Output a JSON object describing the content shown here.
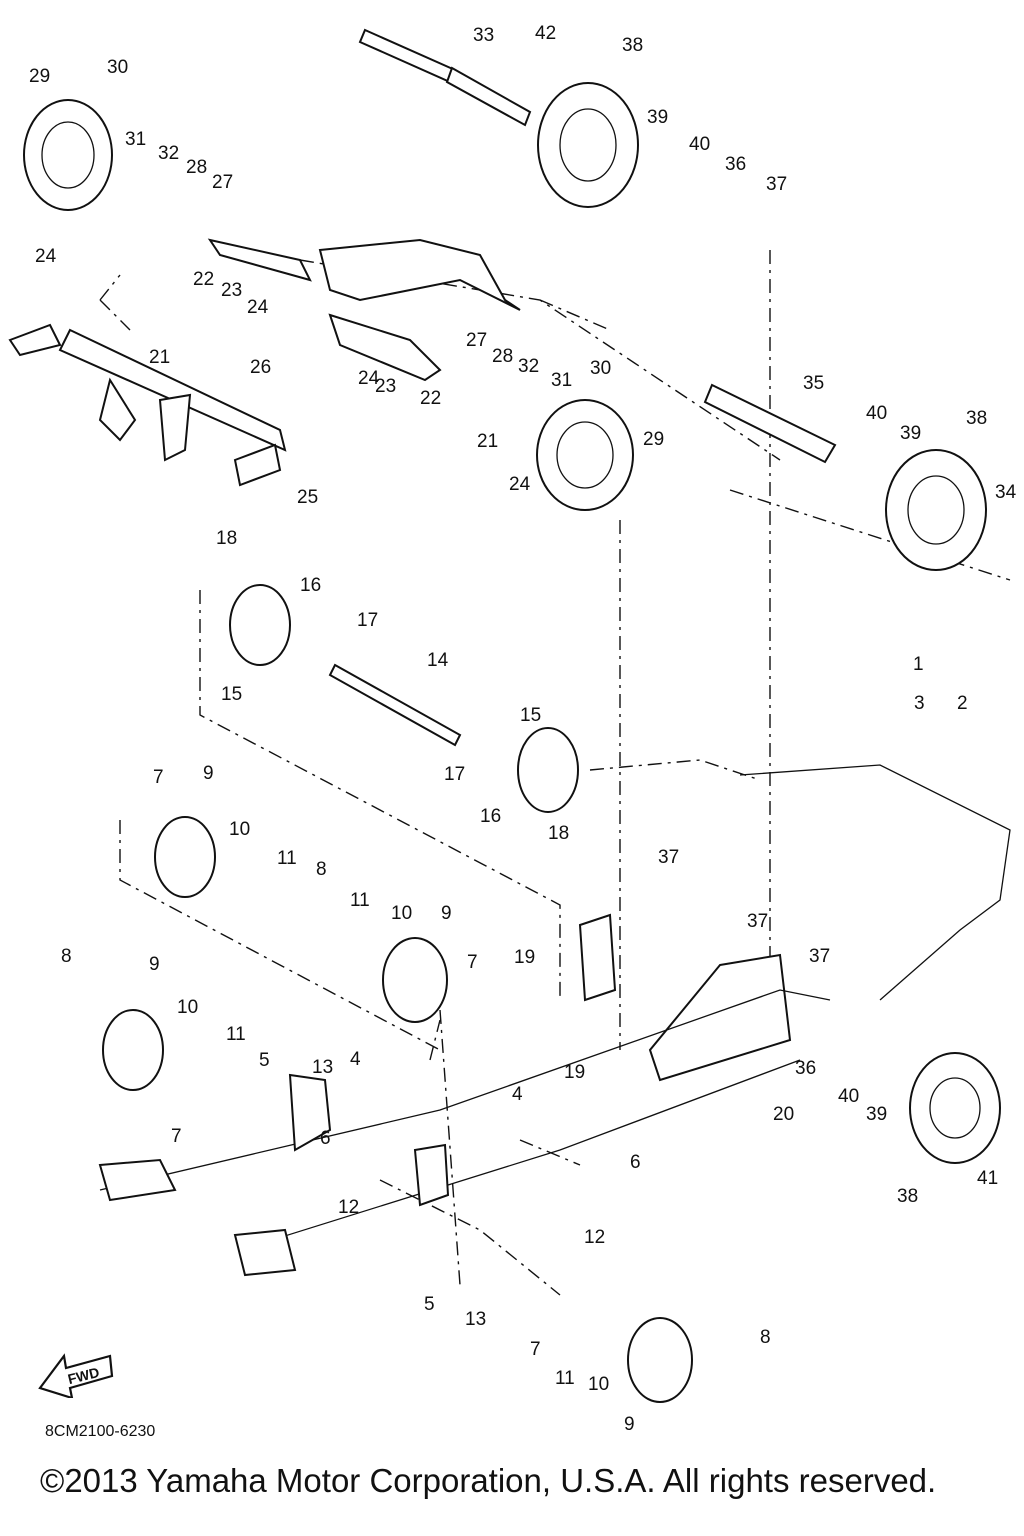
{
  "diagram": {
    "labels": [
      "1",
      "2",
      "3",
      "4",
      "4",
      "5",
      "5",
      "6",
      "6",
      "7",
      "7",
      "7",
      "7",
      "8",
      "8",
      "8",
      "9",
      "9",
      "9",
      "9",
      "10",
      "10",
      "10",
      "10",
      "11",
      "11",
      "11",
      "11",
      "12",
      "12",
      "13",
      "13",
      "14",
      "15",
      "15",
      "16",
      "16",
      "17",
      "17",
      "18",
      "18",
      "19",
      "19",
      "20",
      "21",
      "21",
      "22",
      "22",
      "23",
      "23",
      "24",
      "24",
      "24",
      "24",
      "25",
      "26",
      "27",
      "27",
      "28",
      "28",
      "29",
      "29",
      "30",
      "30",
      "31",
      "31",
      "32",
      "32",
      "33",
      "34",
      "35",
      "36",
      "36",
      "37",
      "37",
      "37",
      "37",
      "38",
      "38",
      "38",
      "39",
      "39",
      "39",
      "40",
      "40",
      "40",
      "41",
      "42"
    ],
    "direction_badge": "FWD"
  },
  "footer": {
    "code": "8CM2100-6230",
    "copyright": "©2013 Yamaha Motor Corporation, U.S.A. All rights reserved."
  }
}
